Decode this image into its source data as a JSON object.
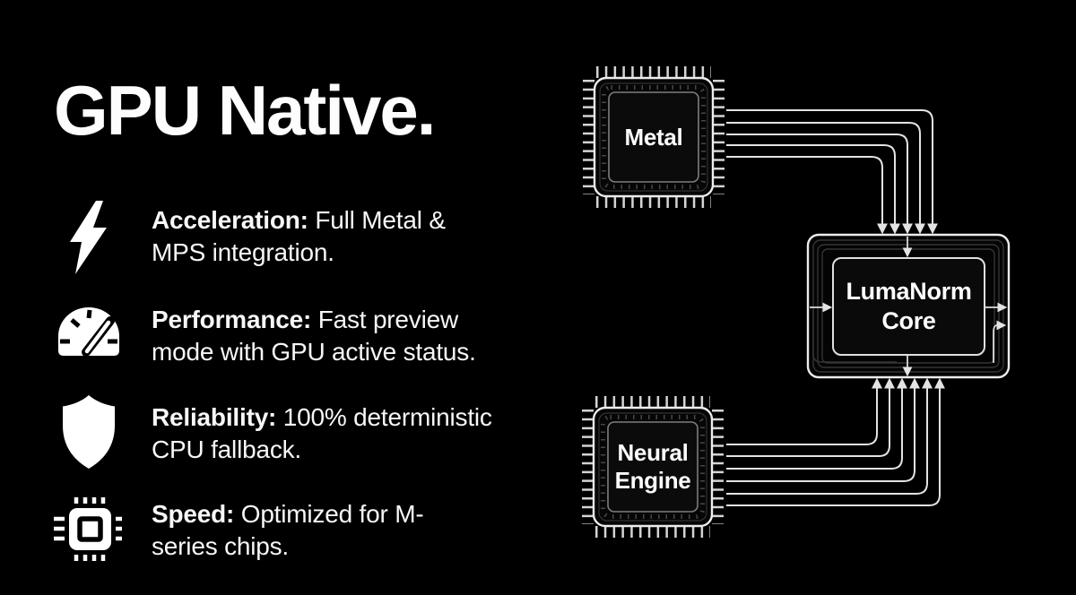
{
  "title": "GPU Native.",
  "features": [
    {
      "icon": "lightning-icon",
      "label": "Acceleration:",
      "text": " Full Metal & MPS integration."
    },
    {
      "icon": "speedometer-icon",
      "label": "Performance:",
      "text": " Fast preview mode with GPU active status."
    },
    {
      "icon": "shield-icon",
      "label": "Reliability:",
      "text": " 100% deterministic CPU fallback."
    },
    {
      "icon": "chip-icon",
      "label": "Speed:",
      "text": " Optimized for M-series chips."
    }
  ],
  "diagram": {
    "chips": [
      {
        "id": "metal",
        "label": "Metal"
      },
      {
        "id": "neural-engine",
        "label": "Neural Engine"
      }
    ],
    "core": {
      "id": "lumanorm-core",
      "label": "LumaNorm Core"
    },
    "connections": [
      {
        "from": "Metal",
        "to": "LumaNorm Core",
        "lines": 5,
        "direction": "into-top"
      },
      {
        "from": "Neural Engine",
        "to": "LumaNorm Core",
        "lines": 6,
        "direction": "into-bottom"
      }
    ]
  },
  "colors": {
    "background": "#000000",
    "text": "#f5f5f7",
    "line": "#e3e3e3",
    "faint_trace": "#343434"
  }
}
